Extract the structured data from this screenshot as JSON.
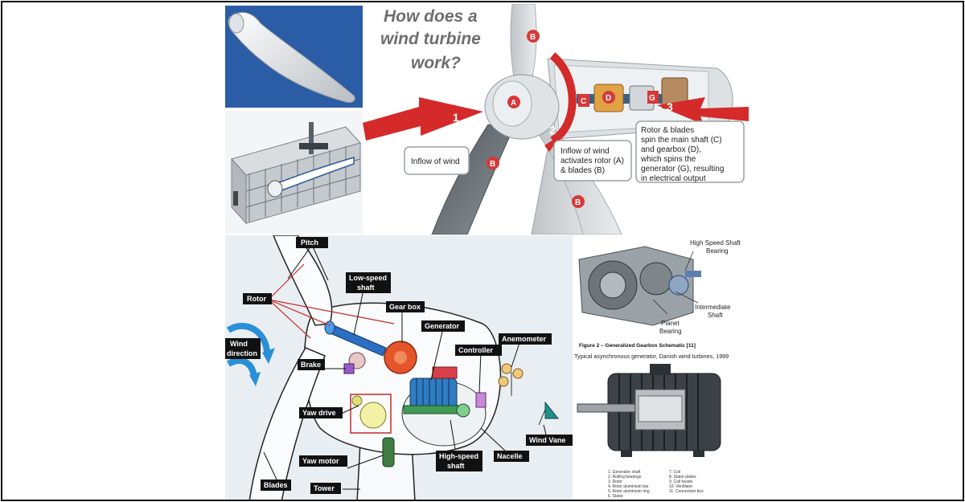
{
  "turbine": {
    "title_lines": [
      "How does a",
      "wind turbine",
      "work?"
    ],
    "letters": {
      "A": "A",
      "B": "B",
      "C": "C",
      "D": "D",
      "G": "G"
    },
    "steps": [
      "1",
      "2",
      "3"
    ],
    "callout1": [
      "Inflow of wind"
    ],
    "callout2": [
      "Inflow of wind",
      "activates rotor (A)",
      "& blades (B)"
    ],
    "callout3": [
      "Rotor & blades",
      "spin the main shaft (C)",
      "and gearbox (D),",
      "which spins the",
      "generator (G), resulting",
      "in electrical output"
    ]
  },
  "labeled": {
    "pitch": "Pitch",
    "rotor": "Rotor",
    "low_speed_shaft": [
      "Low-speed",
      "shaft"
    ],
    "gear_box": "Gear box",
    "generator": "Generator",
    "controller": "Controller",
    "anemometer": "Anemometer",
    "wind_direction": [
      "Wind",
      "direction"
    ],
    "brake": "Brake",
    "yaw_drive": "Yaw drive",
    "yaw_motor": "Yaw motor",
    "high_speed_shaft": [
      "High-speed",
      "shaft"
    ],
    "nacelle": "Nacelle",
    "wind_vane": "Wind Vane",
    "blades": "Blades",
    "tower": "Tower"
  },
  "gearbox": {
    "high_speed": [
      "High Speed Shaft",
      "Bearing"
    ],
    "intermediate": [
      "Intermediate",
      "Shaft"
    ],
    "planet": [
      "Planet",
      "Bearing"
    ],
    "caption": "Figure 2 – Generalized Gearbox Schematic [11]"
  },
  "generator": {
    "caption": "Typical asynchronous generator, Danish wind turbines, 1999",
    "legend_left": [
      "1. Generator shaft",
      "2. Rolling bearings",
      "3. Rotor",
      "4. Rotor aluminium bar",
      "5. Rotor aluminium ring",
      "6. Stator"
    ],
    "legend_right": [
      "7. Coil",
      "8. Stator plates",
      "9. Coil heads",
      "10. Ventilator",
      "11. Connection box"
    ]
  },
  "colors": {
    "arrow_red": "#d42a2a",
    "blueprint": "#2a5aa0",
    "label_black": "#111111",
    "turbine_gray": "#cfd3d6"
  }
}
